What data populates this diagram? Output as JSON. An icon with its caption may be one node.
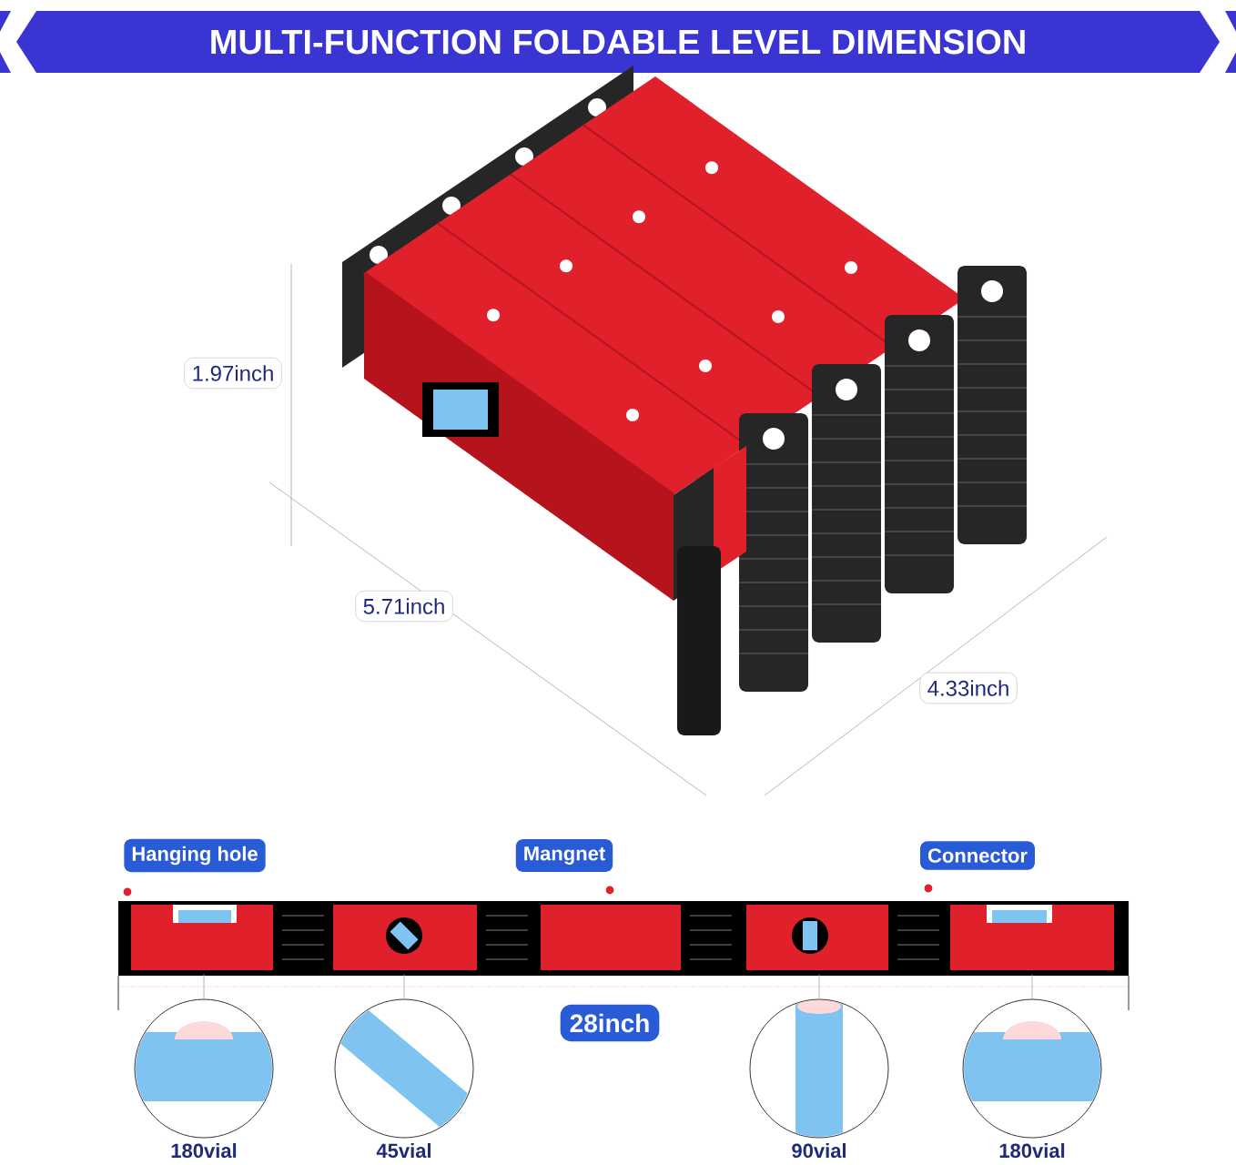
{
  "diagram": {
    "title": "MULTI-FUNCTION FOLDABLE LEVEL DIMENSION",
    "nodes": [
      {
        "text": [],
        "shape": "picture"
      },
      {
        "text": [],
        "shape": "circle",
        "beside": [
          "180vial"
        ]
      },
      {
        "text": [],
        "shape": "circle",
        "beside": [
          "45vial"
        ]
      },
      {
        "text": [],
        "shape": "circle",
        "beside": [
          "90vial"
        ]
      },
      {
        "text": [],
        "shape": "circle",
        "beside": [
          "180vial"
        ]
      }
    ],
    "edges": [
      {
        "from": 0,
        "to": 1,
        "arrow": "none"
      },
      {
        "from": 0,
        "to": 2,
        "arrow": "none"
      },
      {
        "from": 0,
        "to": 3,
        "arrow": "none"
      },
      {
        "from": 0,
        "to": 4,
        "arrow": "none"
      }
    ],
    "labels": [
      "1.97inch",
      "5.71inch",
      "4.33inch",
      "Hanging hole",
      "Mangnet",
      "Connector",
      "28inch"
    ]
  }
}
